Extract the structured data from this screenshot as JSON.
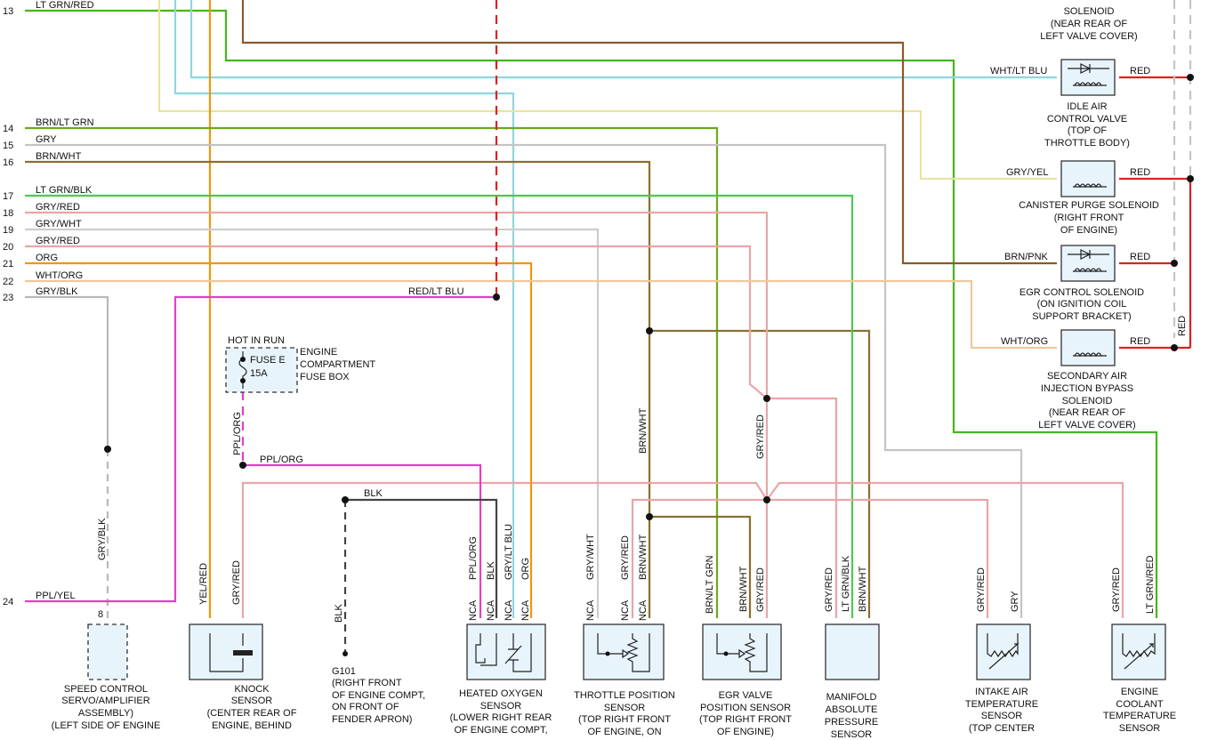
{
  "colors": {
    "lt_grn_red": "#46b51e",
    "lt_blu": "#8fd6de",
    "yel": "#e8e4a0",
    "org": "#f0960a",
    "brn": "#8a5a2b",
    "red": "#e02020",
    "brn_lt_grn": "#6aaa1c",
    "gry": "#c4c4c4",
    "brn_wht": "#8a7030",
    "lt_grn_blk": "#4cc94c",
    "gry_red": "#e8a6a6",
    "gry_wht": "#cdcdcd",
    "wht_org": "#efc89a",
    "gry_blk": "#b8b8b8",
    "ppl": "#e040c8",
    "blk": "#444444"
  },
  "pin_numbers": [
    "13",
    "14",
    "15",
    "16",
    "17",
    "18",
    "19",
    "20",
    "21",
    "22",
    "23",
    "24"
  ],
  "wire_labels": {
    "p13": "LT GRN/RED",
    "p14": "BRN/LT GRN",
    "p15": "GRY",
    "p16": "BRN/WHT",
    "p17": "LT GRN/BLK",
    "p18": "GRY/RED",
    "p19": "GRY/WHT",
    "p20": "GRY/RED",
    "p21": "ORG",
    "p22": "WHT/ORG",
    "p23": "GRY/BLK",
    "p24": "PPL/YEL",
    "red_lt_blu": "RED/LT BLU",
    "ppl_org": "PPL/ORG",
    "blk": "BLK",
    "wht_lt_blu": "WHT/LT BLU",
    "gry_yel": "GRY/YEL",
    "brn_pnk": "BRN/PNK",
    "wht_org_sol": "WHT/ORG",
    "red": "RED"
  },
  "vertical_labels": {
    "ppl_org": "PPL/ORG",
    "gry_blk": "GRY/BLK",
    "yel_red": "YEL/RED",
    "gry_red": "GRY/RED",
    "blk": "BLK",
    "brn_wht": "BRN/WHT",
    "red": "RED",
    "blk_short": "BLK",
    "gry_lt_blu": "GRY/LT BLU",
    "org": "ORG",
    "gry_wht": "GRY/WHT",
    "brn_lt_grn": "BRN/LT GRN",
    "lt_grn_blk": "LT GRN/BLK",
    "gry": "GRY",
    "lt_grn_red": "LT GRN/RED",
    "nca": "NCA"
  },
  "fuse": {
    "hot_label": "HOT IN RUN",
    "name": "FUSE E",
    "rating": "15A",
    "box_lines": [
      "ENGINE",
      "COMPARTMENT",
      "FUSE BOX"
    ]
  },
  "solenoids": [
    {
      "id": "top",
      "lines": [
        "SOLENOID",
        "(NEAR REAR OF",
        "LEFT VALVE COVER)"
      ]
    },
    {
      "id": "iac",
      "lines": [
        "IDLE AIR",
        "CONTROL VALVE",
        "(TOP OF",
        "THROTTLE BODY)"
      ]
    },
    {
      "id": "canister",
      "lines": [
        "CANISTER PURGE SOLENOID",
        "(RIGHT FRONT",
        "OF ENGINE)"
      ]
    },
    {
      "id": "egr",
      "lines": [
        "EGR CONTROL SOLENOID",
        "(ON IGNITION COIL",
        "SUPPORT BRACKET)"
      ]
    },
    {
      "id": "sec_air",
      "lines": [
        "SECONDARY AIR",
        "INJECTION BYPASS",
        "SOLENOID",
        "(NEAR REAR OF",
        "LEFT VALVE COVER)"
      ]
    }
  ],
  "components": [
    {
      "id": "speed_control",
      "pin": "8",
      "lines": [
        "SPEED CONTROL",
        "SERVO/AMPLIFIER",
        "ASSEMBLY)",
        "(LEFT SIDE OF ENGINE"
      ]
    },
    {
      "id": "knock",
      "lines": [
        "KNOCK",
        "SENSOR",
        "(CENTER REAR OF",
        "ENGINE, BEHIND"
      ]
    },
    {
      "id": "g101",
      "lines": [
        "G101",
        "(RIGHT FRONT",
        "OF ENGINE COMPT,",
        "ON FRONT OF",
        "FENDER APRON)"
      ]
    },
    {
      "id": "ho2s",
      "lines": [
        "HEATED OXYGEN",
        "SENSOR",
        "(LOWER RIGHT REAR",
        "OF ENGINE COMPT,"
      ]
    },
    {
      "id": "tps",
      "lines": [
        "THROTTLE POSITION",
        "SENSOR",
        "(TOP RIGHT FRONT",
        "OF ENGINE, ON"
      ]
    },
    {
      "id": "egr_pos",
      "lines": [
        "EGR VALVE",
        "POSITION SENSOR",
        "(TOP RIGHT FRONT",
        "OF ENGINE)"
      ]
    },
    {
      "id": "map",
      "lines": [
        "MANIFOLD",
        "ABSOLUTE",
        "PRESSURE",
        "SENSOR"
      ]
    },
    {
      "id": "iat",
      "lines": [
        "INTAKE AIR",
        "TEMPERATURE",
        "SENSOR",
        "(TOP CENTER"
      ]
    },
    {
      "id": "ect",
      "lines": [
        "ENGINE",
        "COOLANT",
        "TEMPERATURE",
        "SENSOR"
      ]
    }
  ]
}
